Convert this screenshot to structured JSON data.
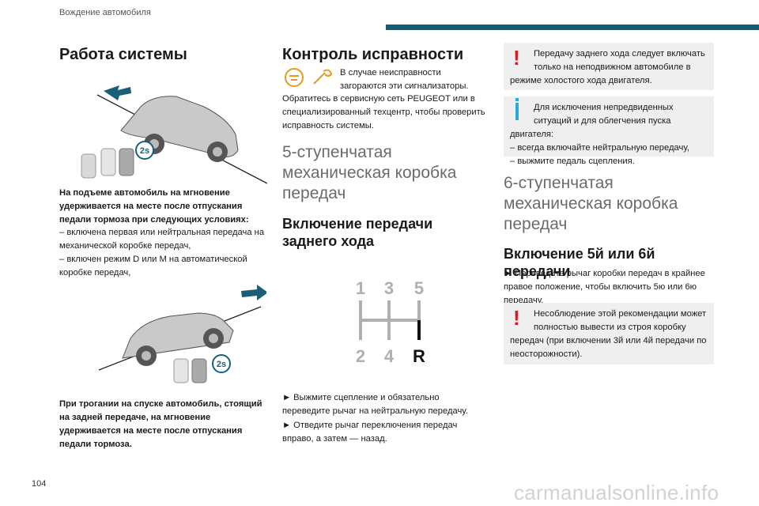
{
  "header": {
    "section": "Вождение автомобиля",
    "page_number": "104",
    "accent_color": "#0f5e74"
  },
  "watermark": "carmanualsonline.info",
  "col1": {
    "title": "Работа системы",
    "para1_bold": "На подъеме автомобиль на мгновение удерживается на месте после отпускания педали тормоза при следующих условиях:",
    "item1": "–  включена первая или нейтральная передача на механической коробке передач,",
    "item2": "–  включен режим D или M на автоматической коробке передач,",
    "para2_bold": "При трогании на спуске автомобиль, стоящий на задней передаче, на мгновение удерживается на месте после отпускания педали тормоза.",
    "badge": "2s"
  },
  "col2": {
    "title": "Контроль исправности",
    "warn_text": "В случае неисправности загораются эти сигнализаторы.",
    "service_text": "Обратитесь в сервисную сеть PEUGEOT или в специализированный техцентр, чтобы проверить исправность системы.",
    "h_5speed": "5-ступенчатая механическая коробка передач",
    "h_reverse": "Включение передачи заднего хода",
    "gears_top": [
      "1",
      "3",
      "5"
    ],
    "gears_bottom": [
      "2",
      "4",
      "R"
    ],
    "step1": "►  Выжмите сцепление и обязательно переведите рычаг на нейтральную передачу.",
    "step2": "►  Отведите рычаг переключения передач вправо, а затем — назад."
  },
  "col3": {
    "warn1": "Передачу заднего хода следует включать только на неподвижном автомобиле в режиме холостого хода двигателя.",
    "info_intro": "Для исключения непредвиденных ситуаций и для облегчения пуска двигателя:",
    "info_item1": "–  всегда включайте нейтральную передачу,",
    "info_item2": "–  выжмите педаль сцепления.",
    "h_6speed": "6-ступенчатая механическая коробка передач",
    "h_gear56": "Включение 5й или 6й передачи",
    "step": "►  Переведите рычаг коробки передач в крайнее правое положение, чтобы включить 5ю или 6ю передачу.",
    "warn2": "Несоблюдение этой рекомендации может полностью вывести из строя коробку передач (при включении 3й или 4й передачи по неосторожности)."
  }
}
